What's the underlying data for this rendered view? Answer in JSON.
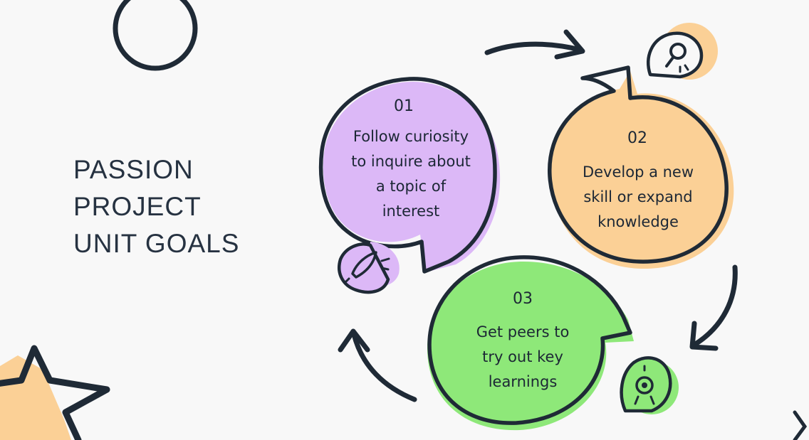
{
  "title": {
    "lines": [
      "PASSION",
      "PROJECT",
      "UNIT GOALS"
    ]
  },
  "goals": [
    {
      "number": "01",
      "lines": [
        "Follow curiosity",
        "to inquire about",
        "a topic of",
        "interest"
      ],
      "color": "#dcb8f7",
      "icon": "rocket-icon"
    },
    {
      "number": "02",
      "lines": [
        "Develop a new",
        "skill or expand",
        "knowledge"
      ],
      "color": "#fbd096",
      "icon": "magnifier-icon"
    },
    {
      "number": "03",
      "lines": [
        "Get peers to",
        "try out key",
        "learnings"
      ],
      "color": "#8ee879",
      "icon": "target-icon"
    }
  ],
  "colors": {
    "ink": "#1f2a36",
    "background": "#f8f8f8",
    "star": "#fbd096"
  }
}
